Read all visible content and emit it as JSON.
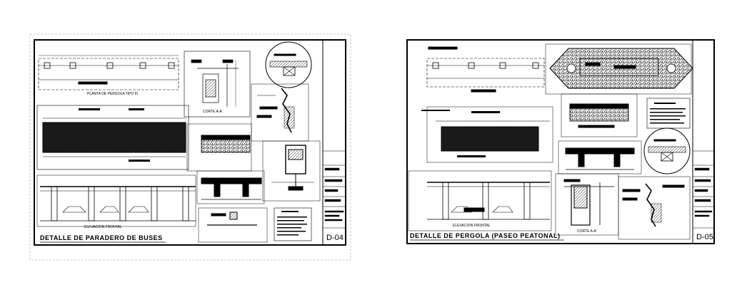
{
  "sheets": [
    {
      "title": "DETALLE DE PARADERO DE BUSES",
      "sheet_number": "D-04",
      "labels": {
        "plan": "PLANTA DE PERGOLA TIPO III",
        "section": "CORTE A-A'",
        "elevation": "ELEVACION FRONTAL"
      }
    },
    {
      "title": "DETALLE DE PERGOLA (PASEO PEATONAL)",
      "sheet_number": "D-05",
      "labels": {
        "elevation": "ELEVACION FRONTAL",
        "section": "CORTE A-A'"
      }
    }
  ],
  "colors": {
    "line": "#000000",
    "dim_line": "#444444",
    "sheet_border_dashed": "#bbbbbb",
    "paper": "#ffffff"
  }
}
